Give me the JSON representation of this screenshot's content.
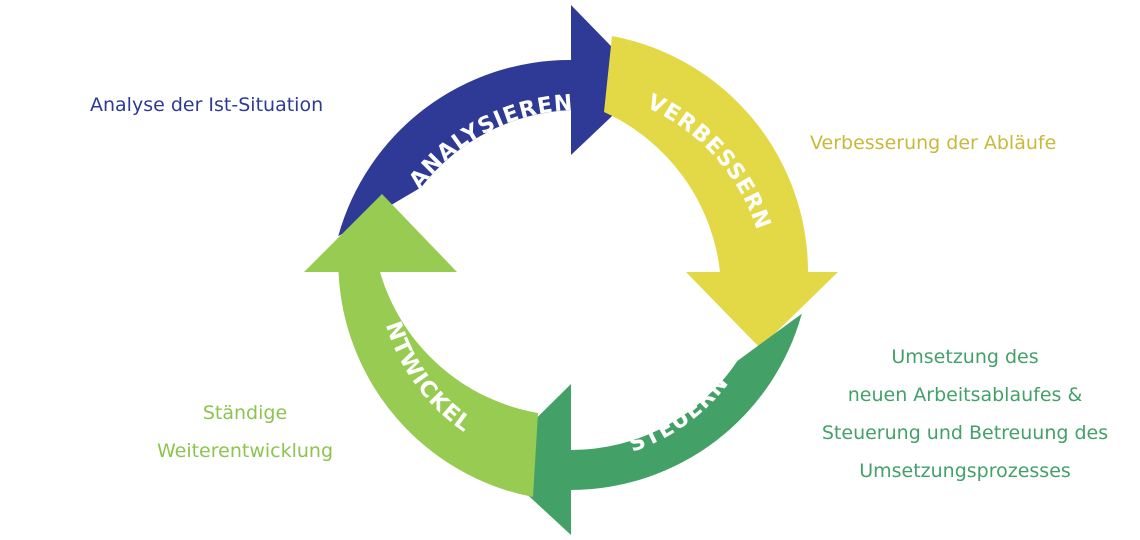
{
  "colors": {
    "analysieren": "#2e3a96",
    "verbessern": "#e3d846",
    "steuern": "#43a168",
    "entwickeln": "#97cb52",
    "note_analysieren": "#2e3a96",
    "note_verbessern": "#c9b93a",
    "note_steuern": "#43a168",
    "note_entwickeln": "#8cc44f"
  },
  "segments": {
    "analysieren": {
      "label": "ANALYSIEREN"
    },
    "verbessern": {
      "label": "VERBESSERN"
    },
    "steuern": {
      "label": "STEUERN"
    },
    "entwickeln": {
      "label": "ENTWICKELN"
    }
  },
  "notes": {
    "analysieren": [
      "Analyse der Ist-Situation"
    ],
    "verbessern": [
      "Verbesserung der Abläufe"
    ],
    "steuern": [
      "Umsetzung des",
      "neuen Arbeitsablaufes &",
      "Steuerung und Betreuung des",
      "Umsetzungsprozesses"
    ],
    "entwickeln": [
      "Ständige",
      "Weiterentwicklung"
    ]
  }
}
